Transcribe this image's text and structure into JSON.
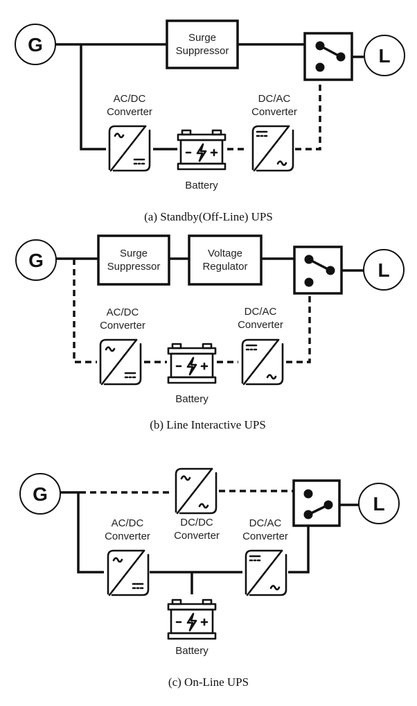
{
  "diagrams": [
    {
      "id": "a",
      "caption": "(a)  Standby(Off-Line)  UPS",
      "source_label": "G",
      "load_label": "L",
      "blocks": {
        "surge": [
          "Surge",
          "Suppressor"
        ],
        "acdc": [
          "AC/DC",
          "Converter"
        ],
        "dcac": [
          "DC/AC",
          "Converter"
        ],
        "battery": "Battery"
      },
      "paths": {
        "primary": "solid",
        "backup": "dashed"
      }
    },
    {
      "id": "b",
      "caption": "(b)  Line  Interactive  UPS",
      "source_label": "G",
      "load_label": "L",
      "blocks": {
        "surge": [
          "Surge",
          "Suppressor"
        ],
        "voltage": [
          "Voltage",
          "Regulator"
        ],
        "acdc": [
          "AC/DC",
          "Converter"
        ],
        "dcac": [
          "DC/AC",
          "Converter"
        ],
        "battery": "Battery"
      },
      "paths": {
        "primary": "solid",
        "backup": "dashed"
      }
    },
    {
      "id": "c",
      "caption": "(c)  On-Line  UPS",
      "source_label": "G",
      "load_label": "L",
      "blocks": {
        "dcdc": [
          "DC/DC",
          "Converter"
        ],
        "acdc": [
          "AC/DC",
          "Converter"
        ],
        "dcac": [
          "DC/AC",
          "Converter"
        ],
        "battery": "Battery"
      },
      "paths": {
        "primary": "solid",
        "bypass": "dashed"
      }
    }
  ]
}
